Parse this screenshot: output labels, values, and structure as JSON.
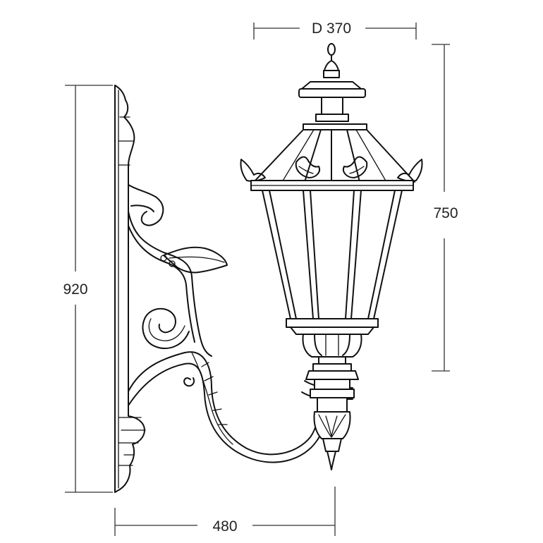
{
  "dimensions": {
    "diameter_label": "D 370",
    "lantern_height_label": "750",
    "total_height_label": "920",
    "projection_label": "480"
  }
}
